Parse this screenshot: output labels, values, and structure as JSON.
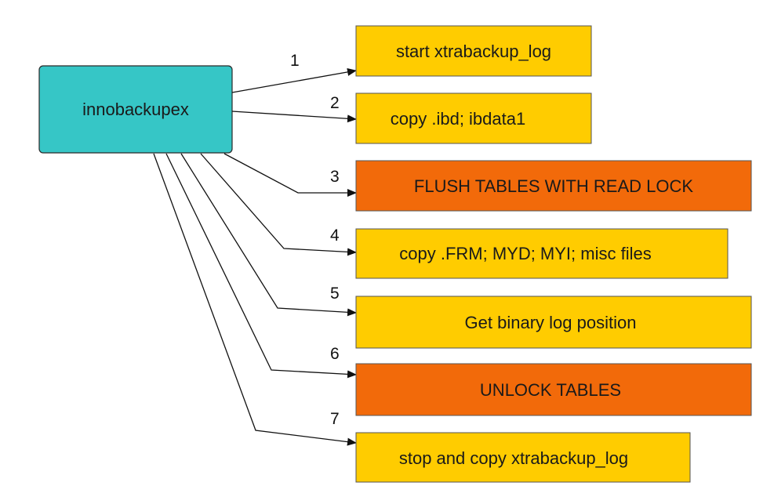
{
  "source": {
    "label": "innobackupex",
    "color": "#36C6C6",
    "border_color": "#2a2a2a"
  },
  "colors": {
    "normal_step": "#FFCC00",
    "lock_step": "#F26A0A",
    "arrow": "#111111"
  },
  "steps": [
    {
      "number": "1",
      "label": "start xtrabackup_log",
      "kind": "normal"
    },
    {
      "number": "2",
      "label": "copy .ibd; ibdata1",
      "kind": "normal"
    },
    {
      "number": "3",
      "label": "FLUSH TABLES WITH READ LOCK",
      "kind": "lock"
    },
    {
      "number": "4",
      "label": "copy .FRM; MYD; MYI; misc files",
      "kind": "normal"
    },
    {
      "number": "5",
      "label": "Get binary log position",
      "kind": "normal"
    },
    {
      "number": "6",
      "label": "UNLOCK TABLES",
      "kind": "lock"
    },
    {
      "number": "7",
      "label": "stop and copy xtrabackup_log",
      "kind": "normal"
    }
  ]
}
